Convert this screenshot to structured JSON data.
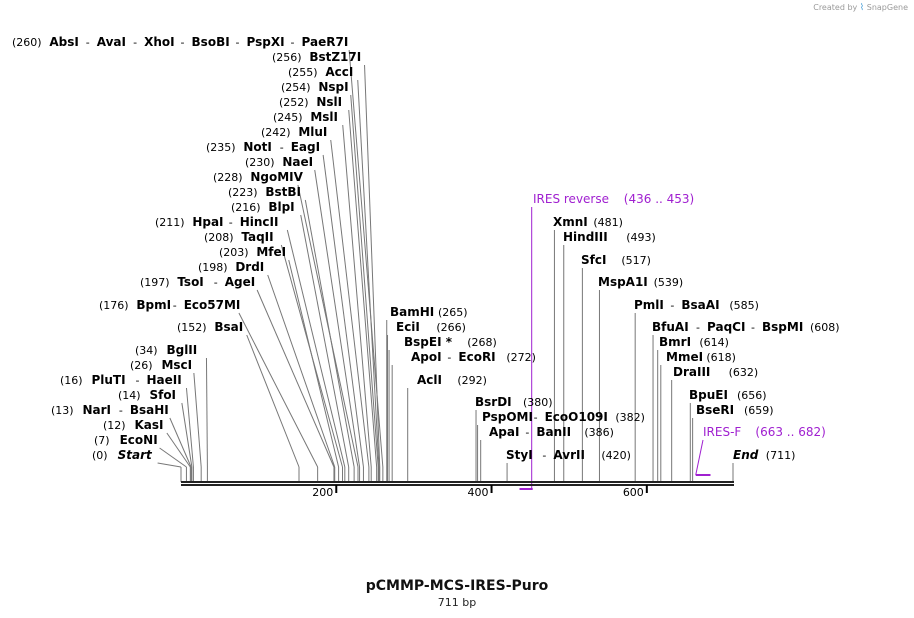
{
  "watermark": {
    "text": "Created by",
    "brand": "SnapGene"
  },
  "title": "pCMMP-MCS-IRES-Puro",
  "subtitle": "711 bp",
  "ticks": [
    "200",
    "400",
    "600"
  ],
  "colors": {
    "feature": "#a020d0",
    "line": "#777777",
    "backbone": "#222222"
  },
  "sites": [
    {
      "names": [
        "AbsI",
        "AvaI",
        "XhoI",
        "BsoBI",
        "PspXI",
        "PaeR7I"
      ],
      "pos": "(260)",
      "bp": 260
    },
    {
      "names": [
        "BstZ17I"
      ],
      "pos": "(256)",
      "bp": 256
    },
    {
      "names": [
        "AccI"
      ],
      "pos": "(255)",
      "bp": 255
    },
    {
      "names": [
        "NspI"
      ],
      "pos": "(254)",
      "bp": 254
    },
    {
      "names": [
        "NslI"
      ],
      "pos": "(252)",
      "bp": 252
    },
    {
      "names": [
        "MslI"
      ],
      "pos": "(245)",
      "bp": 245
    },
    {
      "names": [
        "MluI"
      ],
      "pos": "(242)",
      "bp": 242
    },
    {
      "names": [
        "NotI",
        "EagI"
      ],
      "pos": "(235)",
      "bp": 235
    },
    {
      "names": [
        "NaeI"
      ],
      "pos": "(230)",
      "bp": 230
    },
    {
      "names": [
        "NgoMIV"
      ],
      "pos": "(228)",
      "bp": 228
    },
    {
      "names": [
        "BstBI"
      ],
      "pos": "(223)",
      "bp": 223
    },
    {
      "names": [
        "BlpI"
      ],
      "pos": "(216)",
      "bp": 216
    },
    {
      "names": [
        "HpaI",
        "HincII"
      ],
      "pos": "(211)",
      "bp": 211
    },
    {
      "names": [
        "TaqII"
      ],
      "pos": "(208)",
      "bp": 208
    },
    {
      "names": [
        "MfeI"
      ],
      "pos": "(203)",
      "bp": 203
    },
    {
      "names": [
        "DrdI"
      ],
      "pos": "(198)",
      "bp": 198
    },
    {
      "names": [
        "TsoI",
        "AgeI"
      ],
      "pos": "(197)",
      "bp": 197
    },
    {
      "names": [
        "BpmI",
        "Eco57MI"
      ],
      "pos": "(176)",
      "bp": 176
    },
    {
      "names": [
        "BsaI"
      ],
      "pos": "(152)",
      "bp": 152
    },
    {
      "names": [
        "BglII"
      ],
      "pos": "(34)",
      "bp": 34
    },
    {
      "names": [
        "MscI"
      ],
      "pos": "(26)",
      "bp": 26
    },
    {
      "names": [
        "PluTI",
        "HaeII"
      ],
      "pos": "(16)",
      "bp": 16
    },
    {
      "names": [
        "SfoI"
      ],
      "pos": "(14)",
      "bp": 14
    },
    {
      "names": [
        "NarI",
        "BsaHI"
      ],
      "pos": "(13)",
      "bp": 13
    },
    {
      "names": [
        "KasI"
      ],
      "pos": "(12)",
      "bp": 12
    },
    {
      "names": [
        "EcoNI"
      ],
      "pos": "(7)",
      "bp": 7
    },
    {
      "names": [
        "Start"
      ],
      "pos": "(0)",
      "bp": 0,
      "italic": true
    },
    {
      "names": [
        "BamHI"
      ],
      "pos": "(265)",
      "bp": 265
    },
    {
      "names": [
        "EciI"
      ],
      "pos": "(266)",
      "bp": 266
    },
    {
      "names": [
        "BspEI *"
      ],
      "pos": "(268)",
      "bp": 268
    },
    {
      "names": [
        "ApoI",
        "EcoRI"
      ],
      "pos": "(272)",
      "bp": 272
    },
    {
      "names": [
        "AclI"
      ],
      "pos": "(292)",
      "bp": 292
    },
    {
      "names": [
        "BsrDI"
      ],
      "pos": "(380)",
      "bp": 380
    },
    {
      "names": [
        "PspOMI",
        "EcoO109I"
      ],
      "pos": "(382)",
      "bp": 382
    },
    {
      "names": [
        "ApaI",
        "BanII"
      ],
      "pos": "(386)",
      "bp": 386
    },
    {
      "names": [
        "StyI",
        "AvrII"
      ],
      "pos": "(420)",
      "bp": 420
    },
    {
      "names": [
        "XmnI"
      ],
      "pos": "(481)",
      "bp": 481
    },
    {
      "names": [
        "HindIII"
      ],
      "pos": "(493)",
      "bp": 493
    },
    {
      "names": [
        "SfcI"
      ],
      "pos": "(517)",
      "bp": 517
    },
    {
      "names": [
        "MspA1I"
      ],
      "pos": "(539)",
      "bp": 539
    },
    {
      "names": [
        "PmlI",
        "BsaAI"
      ],
      "pos": "(585)",
      "bp": 585
    },
    {
      "names": [
        "BfuAI",
        "PaqCI",
        "BspMI"
      ],
      "pos": "(608)",
      "bp": 608
    },
    {
      "names": [
        "BmrI"
      ],
      "pos": "(614)",
      "bp": 614
    },
    {
      "names": [
        "MmeI"
      ],
      "pos": "(618)",
      "bp": 618
    },
    {
      "names": [
        "DraIII"
      ],
      "pos": "(632)",
      "bp": 632
    },
    {
      "names": [
        "BpuEI"
      ],
      "pos": "(656)",
      "bp": 656
    },
    {
      "names": [
        "BseRI"
      ],
      "pos": "(659)",
      "bp": 659
    },
    {
      "names": [
        "End"
      ],
      "pos": "(711)",
      "bp": 711,
      "italic": true
    }
  ],
  "features": [
    {
      "name": "IRES reverse",
      "range": "(436 .. 453)",
      "start": 436,
      "end": 453
    },
    {
      "name": "IRES-F",
      "range": "(663 .. 682)",
      "start": 663,
      "end": 682
    }
  ]
}
